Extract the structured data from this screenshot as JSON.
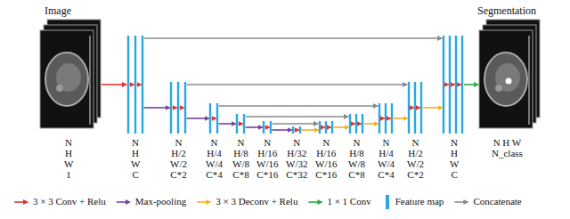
{
  "diagram": {
    "labels": [
      "Image",
      "Segmentation",
      "N H W 1",
      "N H W C",
      "N H/2 W/2 C*2",
      "N H/4 W/4 C*4",
      "N H/8 W/8 C*8",
      "N H/16 W/16 C*16",
      "N H/32 W/32 C*32",
      "N H/16 W/16 C*16",
      "N H/8 W/8 C*8",
      "N H/4 W/4 C*4",
      "N H/2 W/2 C*2",
      "N H W C",
      "N H W N_class"
    ],
    "legend": [
      {
        "text": "3 × 3 Conv + Relu"
      },
      {
        "text": "Max-pooling"
      },
      {
        "text": "3 × 3 Deconv + Relu"
      },
      {
        "text": "1 × 1 Conv"
      },
      {
        "text": "Feature map",
        "color": "#29a8e0"
      },
      {
        "text": "Concatenate"
      }
    ]
  }
}
